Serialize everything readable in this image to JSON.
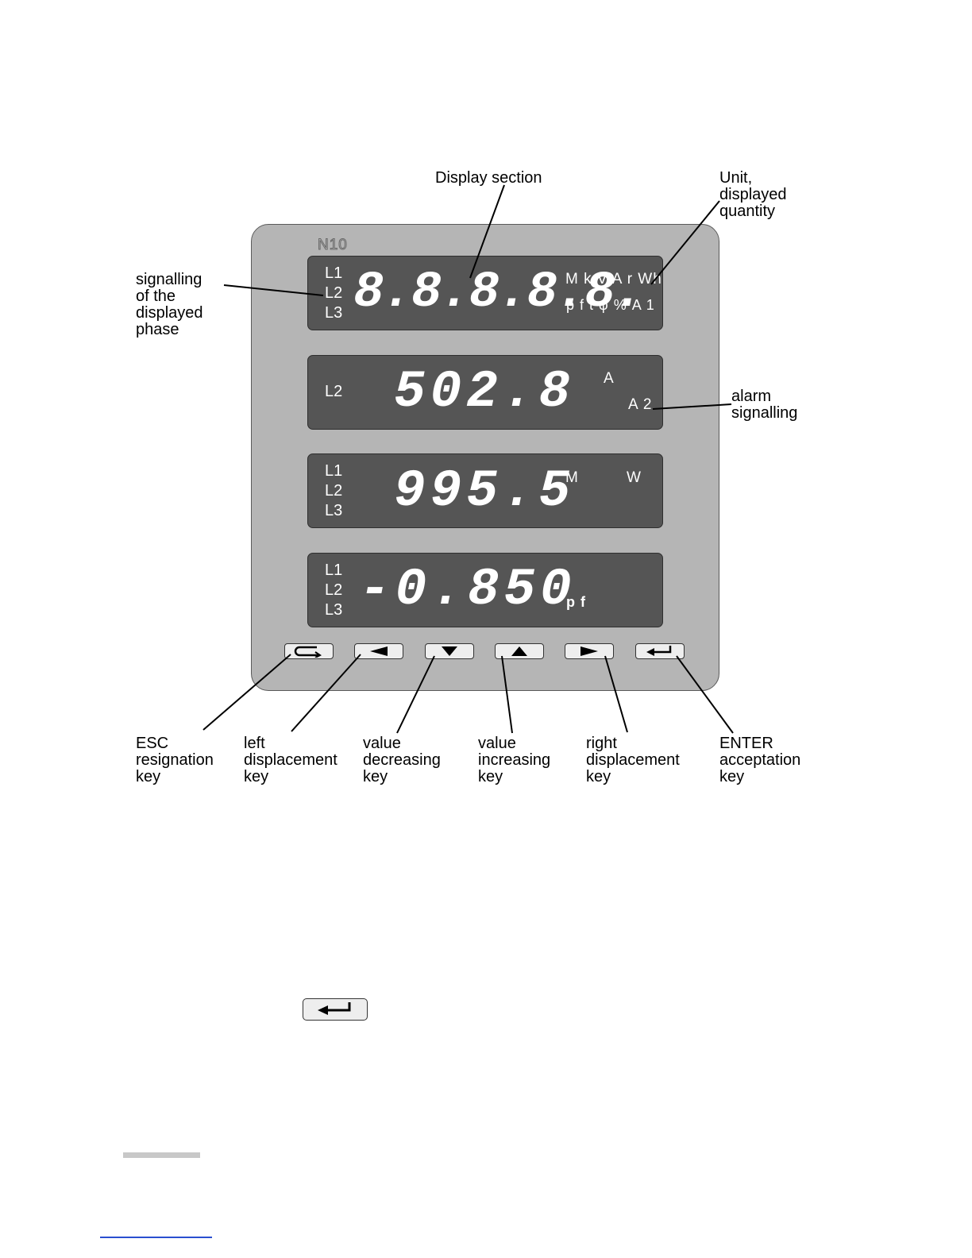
{
  "callouts": {
    "display_section": "Display section",
    "unit_quantity": "Unit,\ndisplayed\nquantity",
    "signalling_phase": "signalling\nof the\ndisplayed\nphase",
    "alarm_signalling": "alarm\nsignalling",
    "esc_key": "ESC\nresignation\nkey",
    "left_key": "left\ndisplacement\nkey",
    "decrease_key": "value\ndecreasing\nkey",
    "increase_key": "value\nincreasing\nkey",
    "right_key": "right\ndisplacement\nkey",
    "enter_key": "ENTER\nacceptation\nkey"
  },
  "device": {
    "model": "N10",
    "rows": [
      {
        "phases": "L1\nL2\nL3",
        "digits": "8.8.8.8.8.",
        "unit_line1": "M k V A r Wh",
        "unit_line2": "p f  t φ % A 1"
      },
      {
        "phases": "L2",
        "digits": "502.8",
        "unit_line1": "A",
        "unit_line2": "A 2"
      },
      {
        "phases": "L1\nL2\nL3",
        "digits": "995.5",
        "unit_prefix": "M",
        "unit": "W"
      },
      {
        "phases": "L1\nL2\nL3",
        "digits": "-0.850",
        "unit": "p f"
      }
    ],
    "keys": [
      "esc-key",
      "left-key",
      "down-key",
      "up-key",
      "right-key",
      "enter-key"
    ]
  }
}
